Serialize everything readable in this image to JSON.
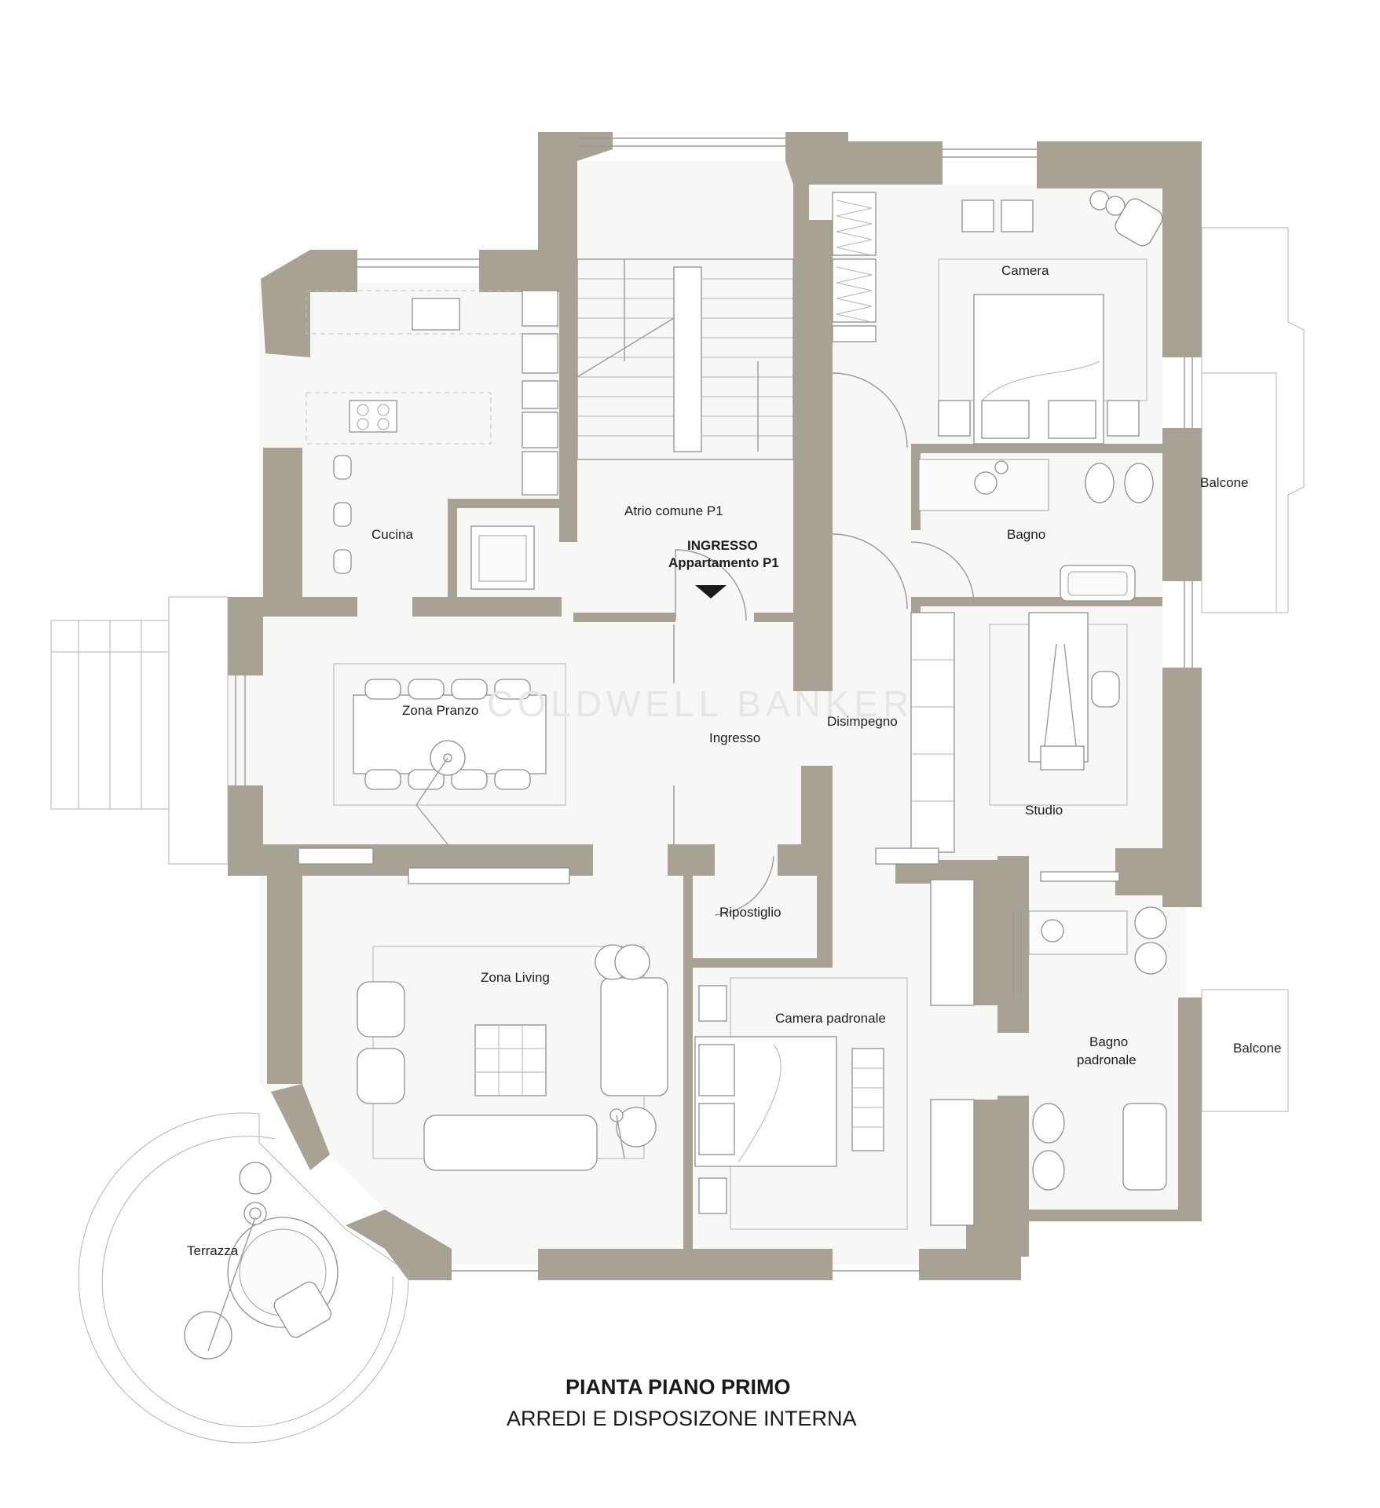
{
  "title": "PIANTA PIANO PRIMO",
  "subtitle": "ARREDI E DISPOSIZONE INTERNA",
  "watermark": "COLDWELL BANKER",
  "rooms": {
    "cucina": "Cucina",
    "atrio": "Atrio comune P1",
    "ingresso_apt_line1": "INGRESSO",
    "ingresso_apt_line2": "Appartamento P1",
    "camera": "Camera",
    "bagno": "Bagno",
    "balcone_top": "Balcone",
    "zona_pranzo": "Zona Pranzo",
    "ingresso": "Ingresso",
    "disimpegno": "Disimpegno",
    "studio": "Studio",
    "ripostiglio": "Ripostiglio",
    "zona_living": "Zona Living",
    "camera_padronale": "Camera padronale",
    "bagno_padronale_line1": "Bagno",
    "bagno_padronale_line2": "padronale",
    "balcone_bottom": "Balcone",
    "terrazza": "Terrazza"
  },
  "colors": {
    "wall": "#a8a294",
    "floor": "#f7f7f5",
    "line": "#9a9a9a"
  }
}
